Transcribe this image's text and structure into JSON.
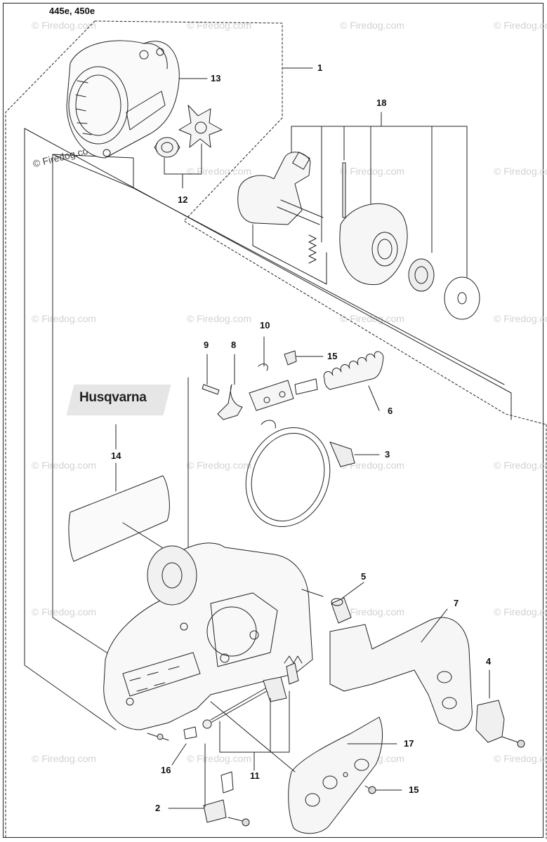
{
  "header": {
    "models": "445e, 450e"
  },
  "brand": {
    "logo_text": "Husqvarna"
  },
  "watermark": {
    "text": "© Firedog.com"
  },
  "callouts": [
    {
      "id": "1",
      "label": "1"
    },
    {
      "id": "2",
      "label": "2"
    },
    {
      "id": "3",
      "label": "3"
    },
    {
      "id": "4",
      "label": "4"
    },
    {
      "id": "5",
      "label": "5"
    },
    {
      "id": "6",
      "label": "6"
    },
    {
      "id": "7",
      "label": "7"
    },
    {
      "id": "8",
      "label": "8"
    },
    {
      "id": "9",
      "label": "9"
    },
    {
      "id": "10",
      "label": "10"
    },
    {
      "id": "11",
      "label": "11"
    },
    {
      "id": "12",
      "label": "12"
    },
    {
      "id": "13",
      "label": "13"
    },
    {
      "id": "14",
      "label": "14"
    },
    {
      "id": "15a",
      "label": "15"
    },
    {
      "id": "15b",
      "label": "15"
    },
    {
      "id": "16",
      "label": "16"
    },
    {
      "id": "17",
      "label": "17"
    },
    {
      "id": "18",
      "label": "18"
    }
  ],
  "colors": {
    "line": "#222222",
    "watermark": "#d2d2d2",
    "logo_bg": "#e6e6e6"
  }
}
